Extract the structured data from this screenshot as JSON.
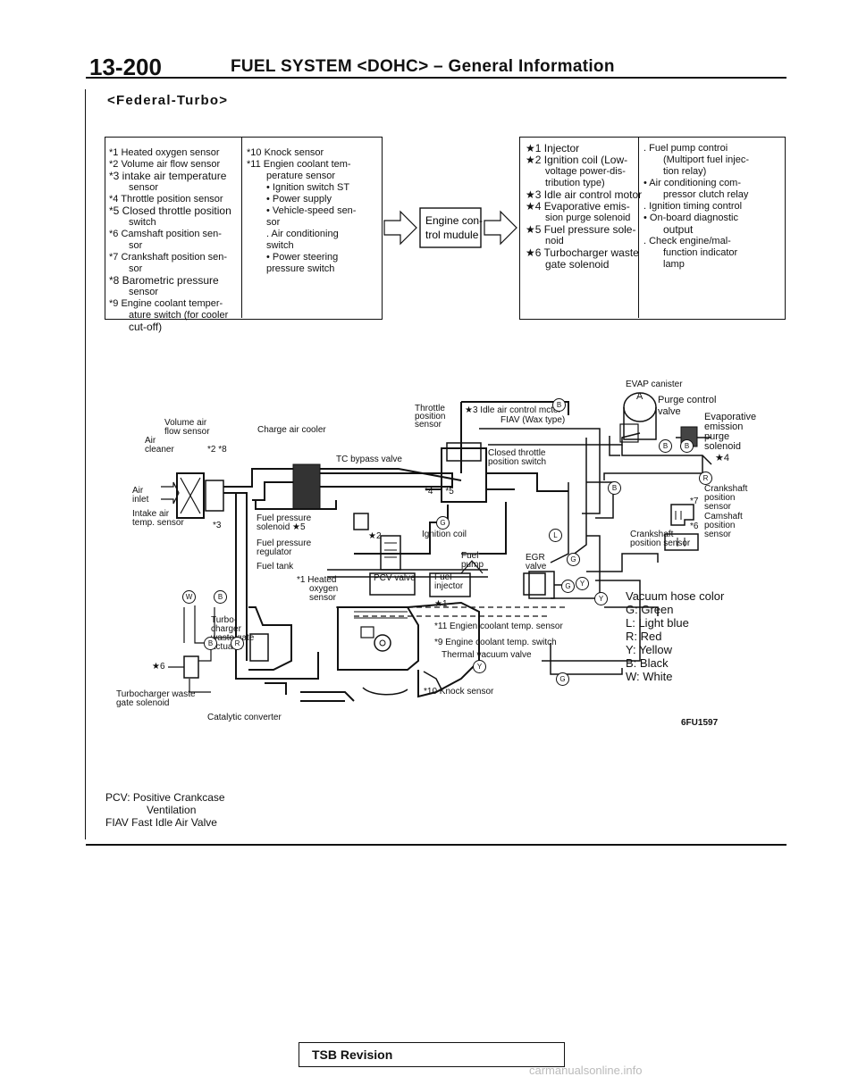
{
  "header": {
    "page_number": "13-200",
    "title": "FUEL SYSTEM <DOHC> – General Information",
    "subtitle": "<Federal-Turbo>"
  },
  "sensors_col1": [
    "*1 Heated oxygen sensor",
    "*2 Volume air flow sensor",
    "*3 intake air temperature",
    "sensor",
    "*4 Throttle position sensor",
    "*5 Closed throttle position",
    "switch",
    "*6 Camshaft position sen-",
    "sor",
    "*7 Crankshaft position sen-",
    "sor",
    "*8 Barometric pressure",
    "sensor",
    "*9 Engine coolant temper-",
    "ature switch (for cooler",
    "cut-off)"
  ],
  "sensors_col2": [
    "*10 Knock sensor",
    "*11 Engien coolant tem-",
    "perature sensor",
    "• Ignition switch ST",
    "• Power supply",
    "• Vehicle-speed sen-",
    "sor",
    ". Air conditioning",
    "switch",
    "• Power steering",
    "pressure switch"
  ],
  "ecu_label_1": "Engine con-",
  "ecu_label_2": "trol mudule",
  "actuators_col1": [
    "★1 Injector",
    "★2 Ignition coil (Low-",
    "voltage power-dis-",
    "tribution type)",
    "★3 Idle air control motor",
    "★4 Evaporative emis-",
    "sion purge solenoid",
    "★5 Fuel pressure sole-",
    "noid",
    "★6 Turbocharger waste",
    "gate solenoid"
  ],
  "actuators_col2": [
    ". Fuel pump controi",
    "(Multiport fuel injec-",
    "tion relay)",
    "• Air conditioning com-",
    "pressor clutch relay",
    ". Ignition timing control",
    "• On-board diagnostic",
    "output",
    ". Check engine/mal-",
    "function indicator",
    "lamp"
  ],
  "diagram_labels": {
    "evap_canister": "EVAP canister",
    "canister_letter": "A",
    "purge_control_valve_1": "Purge control",
    "purge_control_valve_2": "valve",
    "evap_purge_1": "Evaporative",
    "evap_purge_2": "emission",
    "evap_purge_3": "purge",
    "evap_purge_4": "solenoid",
    "star4_right": "★4",
    "throttle_1": "Throttle",
    "throttle_2": "position",
    "throttle_3": "sensor",
    "iac_1": "★3 Idle air control mctor",
    "iac_2": "FIAV (Wax type)",
    "volume_air_1": "Volume air",
    "volume_air_2": "flow sensor",
    "charge_air_cooler": "Charge air cooler",
    "air_cleaner_1": "Air",
    "air_cleaner_2": "cleaner",
    "star2_star8": "*2 *8",
    "tc_bypass": "TC bypass valve",
    "closed_throttle_1": "Closed throttle",
    "closed_throttle_2": "position switch",
    "star4_star5": "*4     *5",
    "air_inlet_1": "Air",
    "air_inlet_2": "inlet",
    "intake_air_1": "Intake air",
    "intake_air_2": "temp. sensor",
    "star3": "*3",
    "fuel_pressure_sol_1": "Fuel pressure",
    "fuel_pressure_sol_2": "solenoid ★5",
    "star2_mid": "★2",
    "ignition_coil": "Ignition coil",
    "fuel_pressure_reg_1": "Fuel pressure",
    "fuel_pressure_reg_2": "regulator",
    "fuel_tank": "Fuel tank",
    "fuel_pump_1": "Fuel",
    "fuel_pump_2": "pump",
    "egr_1": "EGR",
    "egr_2": "valve",
    "heated_o2_1": "*1 Heated",
    "heated_o2_2": "oxygen",
    "heated_o2_3": "sensor",
    "pcv_valve": "PCV valve",
    "fuel_injector_1": "Fuel",
    "fuel_injector_2": "injector",
    "star1_right": "★1",
    "turbo_1": "Turbo-",
    "turbo_2": "charger",
    "turbo_3": "waste gate",
    "turbo_4": "actuator",
    "star11": "*11 Engien coolant temp. sensor",
    "star9": "*9 Engine coolant temp. switch",
    "thermal_valve": "Thermal vacuum valve",
    "star6_left": "★6",
    "turbo_sol_1": "Turbocharger waste",
    "turbo_sol_2": "gate solenoid",
    "catalytic": "Catalytic converter",
    "knock": "*10 Knock sensor",
    "crank_1": "Crankshaft",
    "crank_2": "position",
    "crank_3": "sensor",
    "star7": "*7",
    "cam_1": "Camshaft",
    "cam_2": "position",
    "cam_3": "sensor",
    "star6": "*6",
    "crank_left_1": "Crankshaft",
    "crank_left_2": "position sensor"
  },
  "hose_letters": [
    "B",
    "B",
    "B",
    "R",
    "B",
    "G",
    "L",
    "G",
    "Y",
    "Y",
    "G",
    "W",
    "B",
    "B",
    "R",
    "Y",
    "G"
  ],
  "legend": {
    "title": "Vacuum hose color",
    "items": [
      "G: Green",
      "L: Light blue",
      "R: Red",
      "Y: Yellow",
      "B: Black",
      "W: White"
    ]
  },
  "figure_id": "6FU1597",
  "notes": [
    "PCV: Positive Crankcase",
    "Ventilation",
    "FIAV Fast Idle Air Valve"
  ],
  "footer": {
    "tsb": "TSB Revision",
    "watermark": "carmanualsonline.info"
  }
}
